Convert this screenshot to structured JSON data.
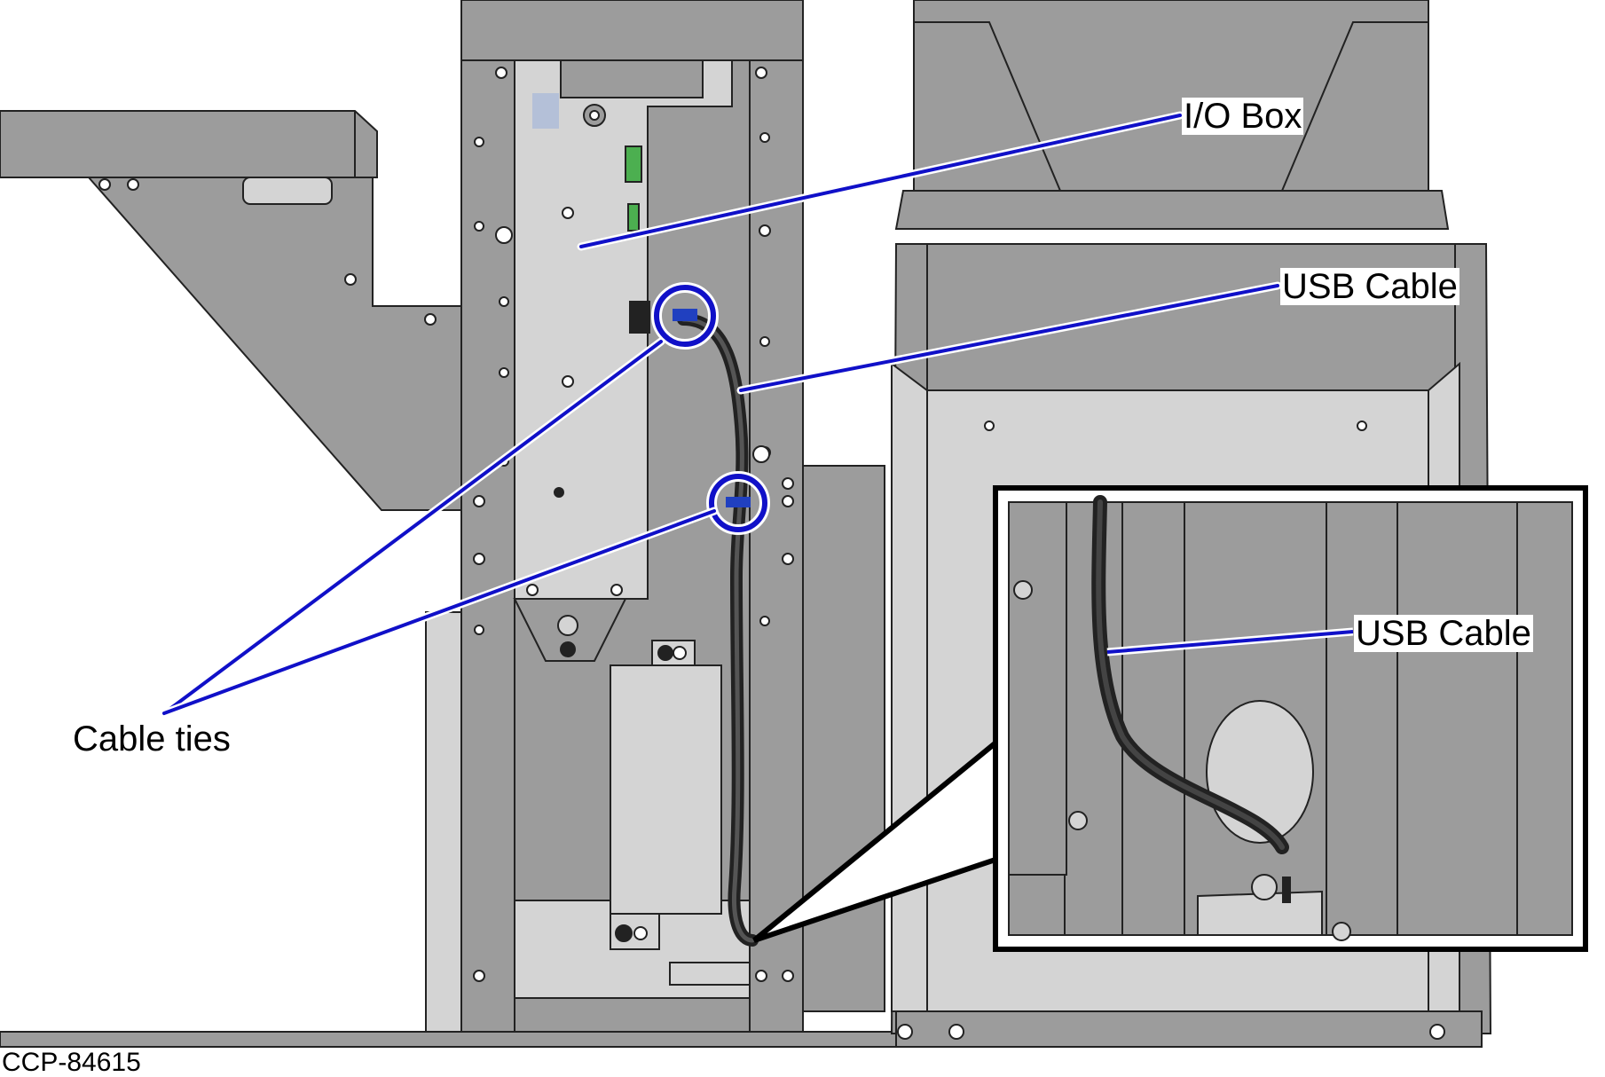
{
  "callouts": {
    "io_box": "I/O Box",
    "usb_cable": "USB Cable",
    "inset_usb_cable": "USB Cable",
    "cable_ties": "Cable ties"
  },
  "figure_id": "CCP-84615",
  "colors": {
    "metal": "#9c9c9c",
    "metal_dark": "#8a8a8a",
    "panel_light": "#d4d4d4",
    "outline": "#222222",
    "callout_line": "#1010c8",
    "cable": "#333333"
  }
}
